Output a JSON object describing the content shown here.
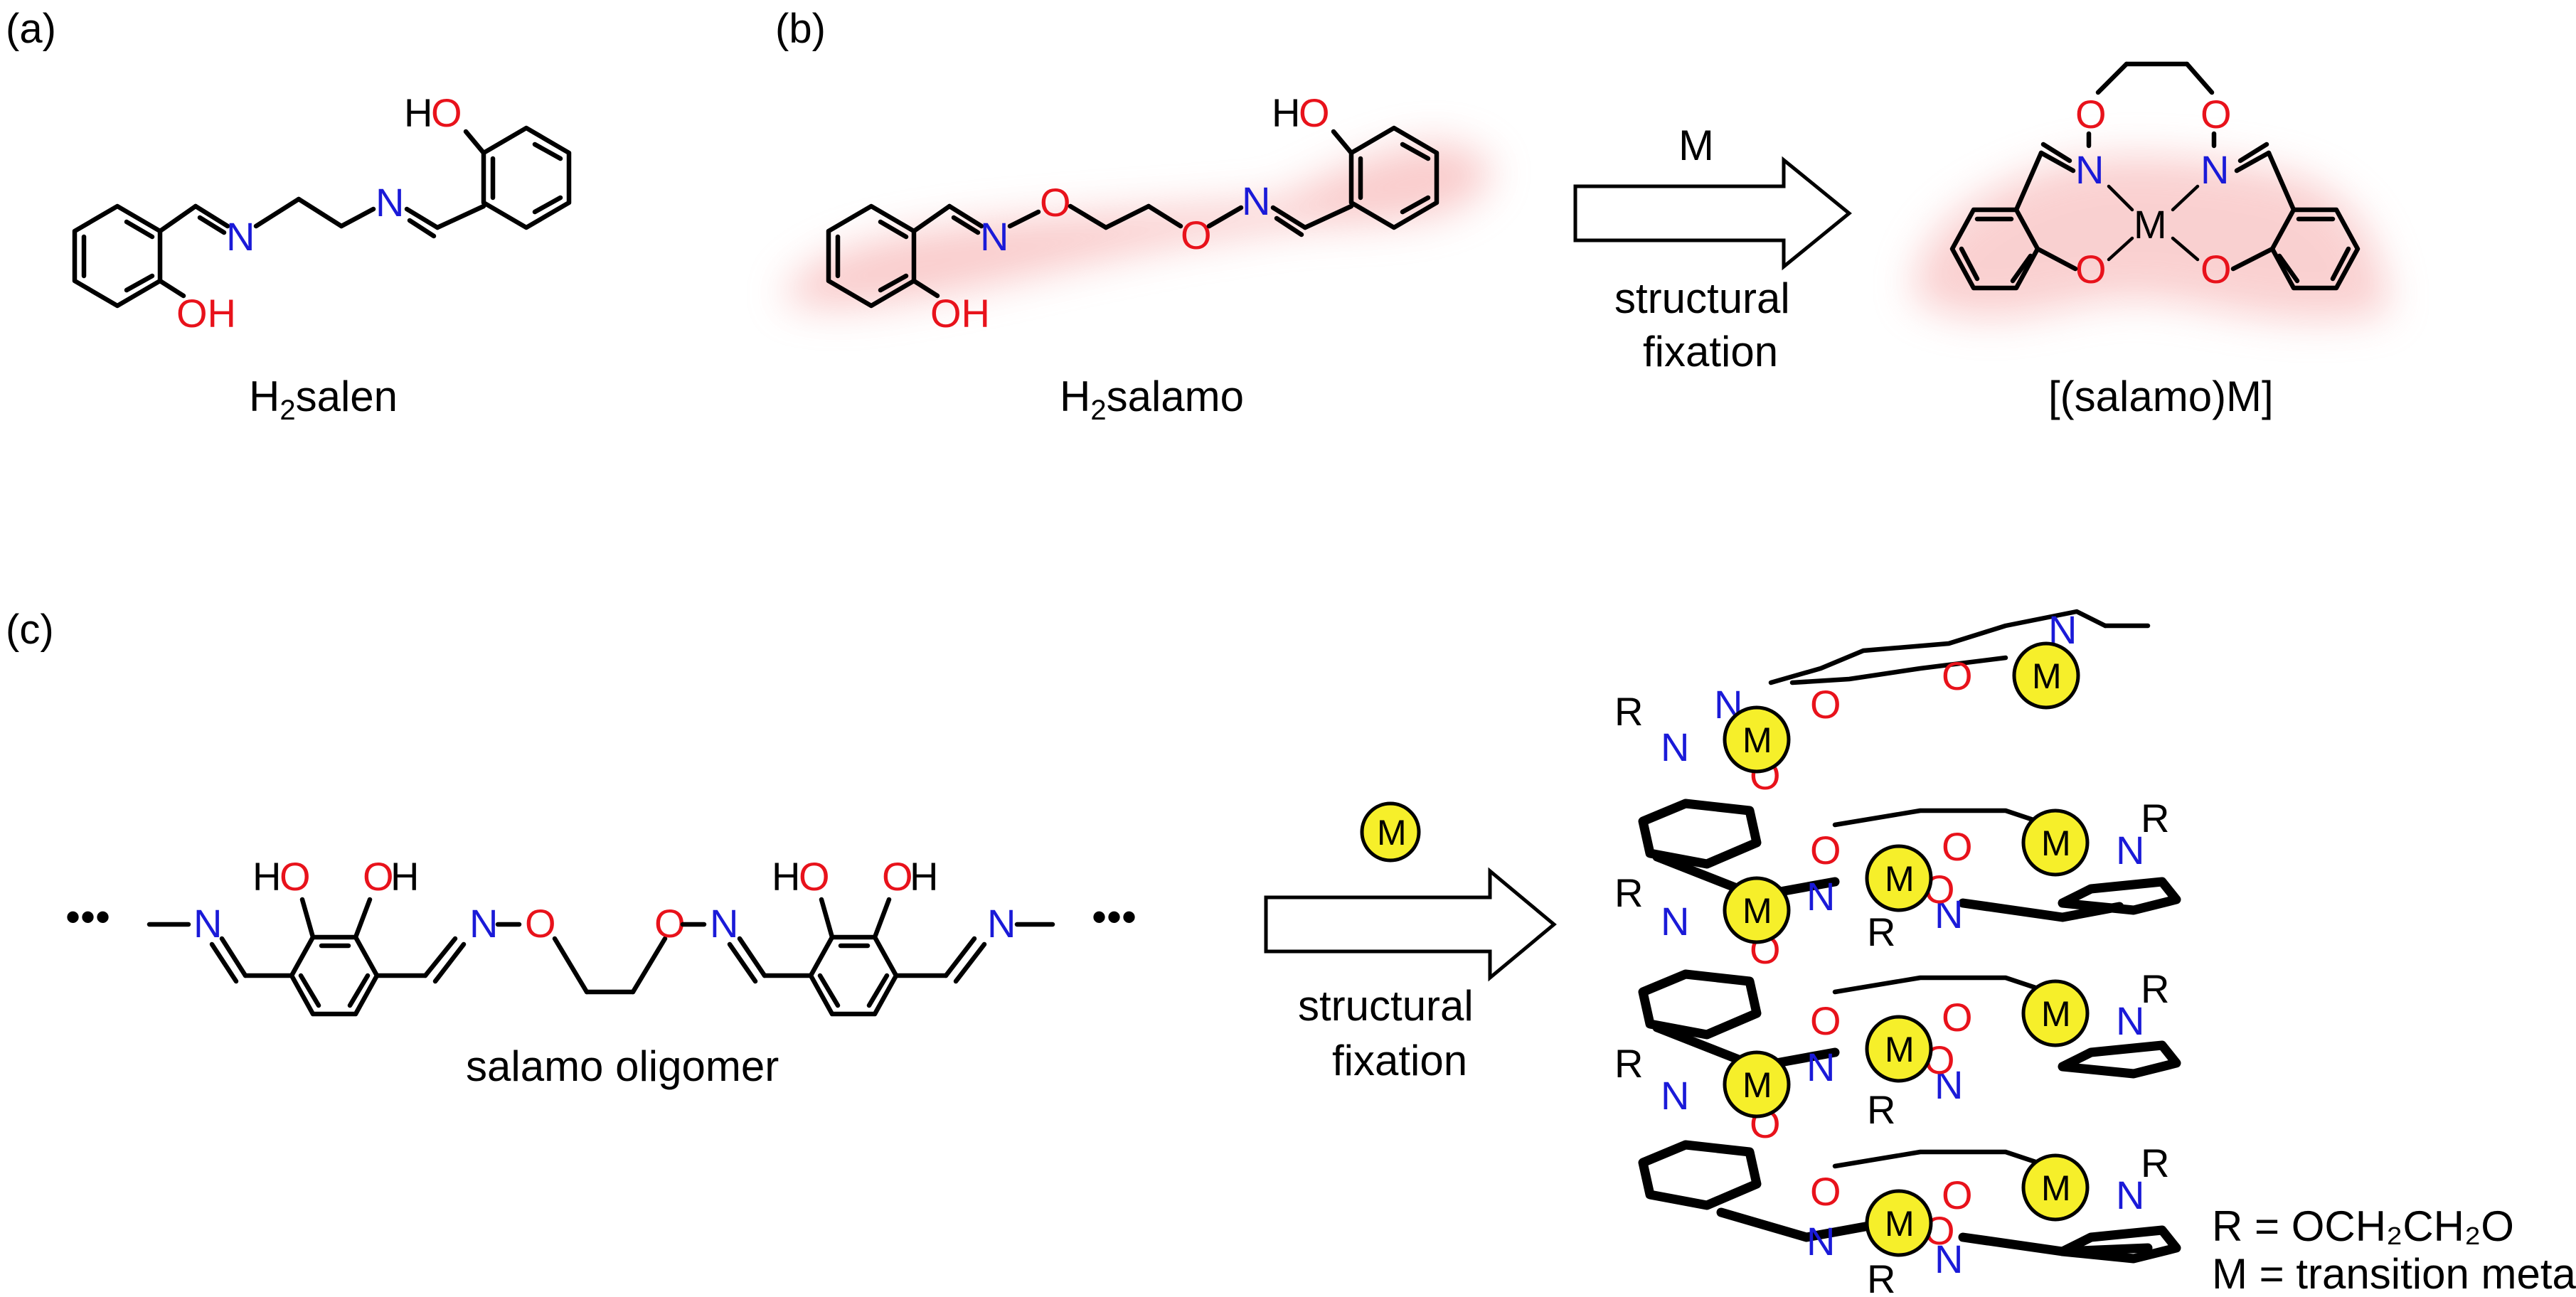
{
  "panels": {
    "a": {
      "label": "(a)",
      "caption_main": "H",
      "caption_sub": "2",
      "caption_rest": "salen"
    },
    "b": {
      "label": "(b)",
      "caption_main": "H",
      "caption_sub": "2",
      "caption_rest": "salamo",
      "arrow_top": "M",
      "arrow_bottom_1": "structural",
      "arrow_bottom_2": "fixation",
      "product": "[(salamo)M]"
    },
    "c": {
      "label": "(c)",
      "caption": "salamo oligomer",
      "arrow_top": "M",
      "arrow_bottom_1": "structural",
      "arrow_bottom_2": "fixation",
      "dots": "•••"
    }
  },
  "atoms": {
    "N": "N",
    "O": "O",
    "OH": "OH",
    "HO": "HO",
    "M": "M",
    "R": "R"
  },
  "legend": {
    "line1": "R = OCH₂CH₂O",
    "line2": "M = transition metal"
  },
  "colors": {
    "nitrogen": "#1a1ad8",
    "oxygen": "#e8121b",
    "metal": "#f6ef2a",
    "highlight": "#f5a3a3"
  }
}
